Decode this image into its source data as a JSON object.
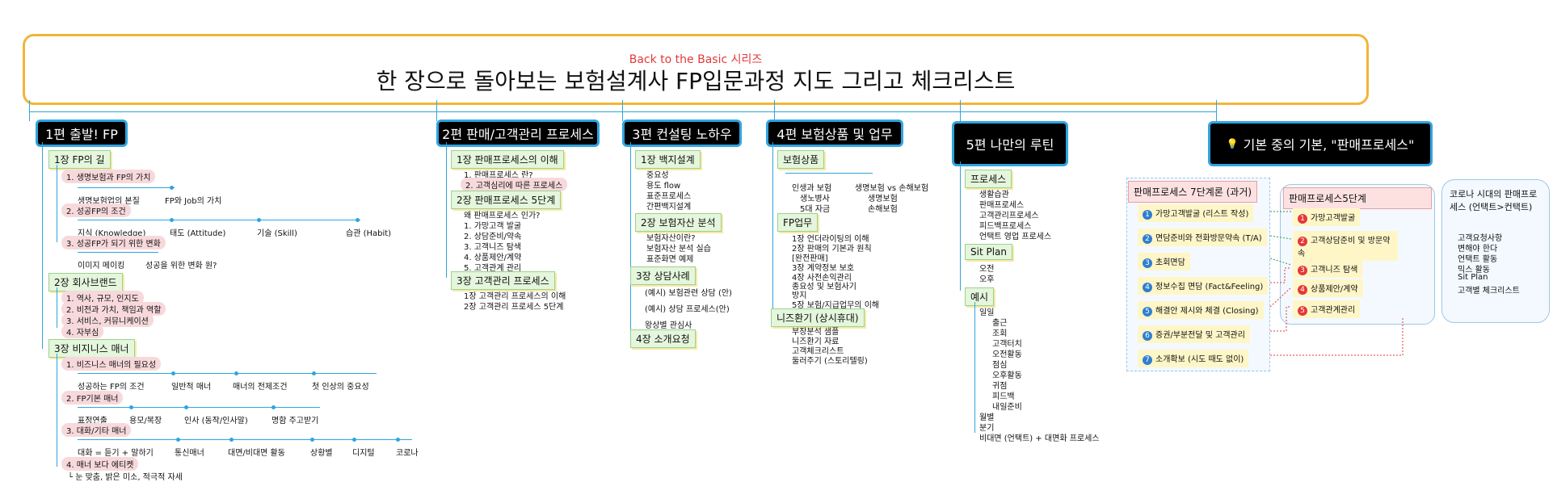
{
  "title": {
    "subtitle": "Back to the Basic 시리즈",
    "main": "한 장으로 돌아보는 보험설계사 FP입문과정 지도 그리고 체크리스트"
  },
  "p1": {
    "header": "1편 출발! FP",
    "c1": "1장 FP의 길",
    "c1_i1": "1. 생명보험과 FP의 가치",
    "c1_s1": [
      "생명보험업의 본질",
      "FP와 Job의 가치"
    ],
    "c1_i2": "2. 성공FP의 조건",
    "c1_s2": [
      "지식 (Knowledge)",
      "태도 (Attitude)",
      "기술 (Skill)",
      "습관 (Habit)"
    ],
    "c1_i3": "3. 성공FP가 되기 위한 변화",
    "c1_s3": [
      "이미지 메이킹",
      "성공을 위한 변화 원?"
    ],
    "c2": "2장 회사브랜드",
    "c2_items": [
      "1. 역사, 규모, 인지도",
      "2. 비전과 가치, 책임과 역할",
      "3. 서비스, 커뮤니케이션",
      "4. 자부심"
    ],
    "c3": "3장 비지니스 매너",
    "c3_i1": "1. 비즈니스 매너의 필요성",
    "c3_s1": [
      "성공하는 FP의 조건",
      "일반적 매너",
      "매너의 전제조건",
      "첫 인상의 중요성"
    ],
    "c3_i2": "2. FP기본 매너",
    "c3_s2": [
      "표정연출",
      "용모/복장",
      "인사 (동작/인사말)",
      "명함 주고받기"
    ],
    "c3_i3": "3. 대화/기타 매너",
    "c3_s3": [
      "대화 = 듣기 + 말하기",
      "통신매너",
      "대면/비대면 활동",
      "상황별",
      "디지털",
      "코로나"
    ],
    "c3_i4": "4. 매너 보다 에티켓",
    "c3_s4": "└ 눈 맞춤, 밝은 미소, 적극적 자세"
  },
  "p2": {
    "header": "2편 판매/고객관리 프로세스",
    "c1": "1장 판매프로세스의 이해",
    "c1_items": [
      "1. 판매프로세스 란?",
      "2. 고객심리에 따른 프로세스"
    ],
    "c2": "2장 판매프로세스 5단계",
    "c2_items": [
      "왜 판매프로세스 인가?",
      "1. 가망고객 발굴",
      "2. 상담준비/약속",
      "3. 고객니즈 탐색",
      "4. 상품제안/계약",
      "5. 고객관계 관리"
    ],
    "c3": "3장 고객관리 프로세스",
    "c3_items": [
      "1장 고객관리 프로세스의 이해",
      "2장 고객관리 프로세스 5단계"
    ]
  },
  "p3": {
    "header": "3편 컨설팅 노하우",
    "c1": "1장 백지설계",
    "c1_items": [
      "중요성",
      "용도 flow",
      "표준프로세스",
      "간편백지설계"
    ],
    "c2": "2장 보험자산 분석",
    "c2_items": [
      "보험자산이란?",
      "보험자산 분석 실습",
      "표준화면 예제"
    ],
    "c3": "3장 상담사례",
    "c3_items": [
      "(예시) 보험관련 상담 (안)",
      "(예시) 상담 프로세스(안)",
      "왕상별 관심사"
    ],
    "c4": "4장 소개요청"
  },
  "p4": {
    "header": "4편 보험상품 및 업무",
    "c1": "보험상품",
    "c1_items": [
      "인생과 보험",
      "생명보험 vs 손해보험",
      "생노병사",
      "생명보험",
      "5대 자금",
      "손해보험"
    ],
    "c2": "FP업무",
    "c2_items": [
      "1장 언더라이팅의 이해",
      "2장 판매의 기본과 원칙",
      "[완전판매]",
      "3장 계약정보 보호",
      "4장 사전손익관리",
      "종요성 및 보험사기",
      "방지",
      "5장 보험/지급업무의 이해"
    ],
    "c3": "니즈환기 (상시휴대)",
    "c3_items": [
      "부장분석 샘플",
      "니즈환기 자료",
      "고객체크리스트",
      "둘러주기 (스토리텔링)"
    ]
  },
  "p5": {
    "header": "5편 나만의 루틴",
    "c1": "프로세스",
    "c1_items": [
      "생활습관",
      "판매프로세스",
      "고객관리프로세스",
      "피드백프로세스",
      "언택트 영업 프로세스"
    ],
    "c2": "Sit Plan",
    "c2_items": [
      "오전",
      "오후"
    ],
    "c3": "예시",
    "c3_items": [
      "일일",
      "출근",
      "조회",
      "고객터치",
      "오전활동",
      "점심",
      "오후활동",
      "귀점",
      "피드백",
      "내일준비",
      "월별",
      "분기",
      "비대면 (언택트) + 대면화 프로세스"
    ]
  },
  "p6": {
    "header": "기본 중의 기본, \"판매프로세스\"",
    "bulb": "💡",
    "a_title": "판매프로세스 7단계론 (과거)",
    "a_items": [
      "가망고객발굴 (리스트 작성)",
      "면담준비와 전화방문약속 (T/A)",
      "초회면담",
      "정보수집 면담 (Fact&Feeling)",
      "해결안 제시와 체결 (Closing)",
      "증권/부분전달 및 고객관리",
      "소개확보 (시도 때도 없이)"
    ],
    "a_nums": [
      "1",
      "2",
      "3",
      "4",
      "5",
      "6",
      "7"
    ],
    "b_title": "판매프로세스5단계",
    "b_items": [
      "가망고객발굴",
      "고객상담준비 및 방문약속",
      "고객니즈 탐색",
      "상품제안/계약",
      "고객관계관리"
    ],
    "b_nums": [
      "1",
      "2",
      "3",
      "4",
      "5"
    ],
    "c_title": "코로나 시대의 판매프로세스 (언택트>컨택트)",
    "c_items": [
      "고객요청사항",
      "변해야 한다",
      "언택트 활동",
      "믹스 활동",
      "Sit Plan",
      "고객별 체크리스트"
    ]
  },
  "colors": {
    "accent": "#2fa4e0",
    "title_border": "#f2b53a",
    "chapter_bg": "#e4f6dc",
    "item_pink": "#f7d9dc",
    "red_num": "#e4383a",
    "blue_num": "#2f7fd0"
  }
}
